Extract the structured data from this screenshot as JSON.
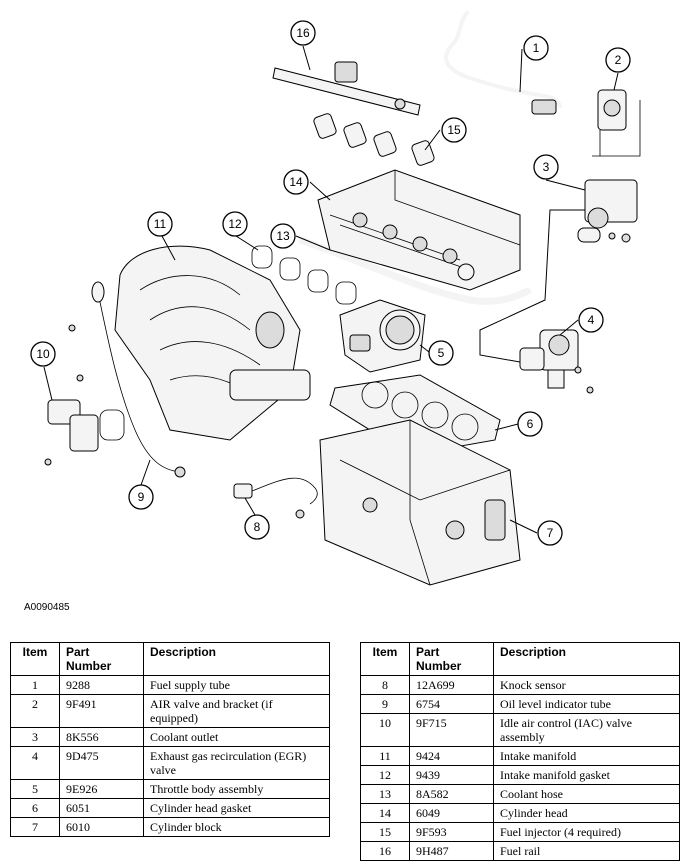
{
  "figure_id": "A0090485",
  "callouts": [
    "1",
    "2",
    "3",
    "4",
    "5",
    "6",
    "7",
    "8",
    "9",
    "10",
    "11",
    "12",
    "13",
    "14",
    "15",
    "16"
  ],
  "table_headers": {
    "item": "Item",
    "part_number": "Part Number",
    "description": "Description"
  },
  "table_left": [
    {
      "item": "1",
      "part_number": "9288",
      "description": "Fuel supply tube"
    },
    {
      "item": "2",
      "part_number": "9F491",
      "description": "AIR valve and bracket (if equipped)"
    },
    {
      "item": "3",
      "part_number": "8K556",
      "description": "Coolant outlet"
    },
    {
      "item": "4",
      "part_number": "9D475",
      "description": "Exhaust gas recirculation (EGR) valve"
    },
    {
      "item": "5",
      "part_number": "9E926",
      "description": "Throttle body assembly"
    },
    {
      "item": "6",
      "part_number": "6051",
      "description": "Cylinder head gasket"
    },
    {
      "item": "7",
      "part_number": "6010",
      "description": "Cylinder block"
    }
  ],
  "table_right": [
    {
      "item": "8",
      "part_number": "12A699",
      "description": "Knock sensor"
    },
    {
      "item": "9",
      "part_number": "6754",
      "description": "Oil level indicator tube"
    },
    {
      "item": "10",
      "part_number": "9F715",
      "description": "Idle air control (IAC) valve assembly"
    },
    {
      "item": "11",
      "part_number": "9424",
      "description": "Intake manifold"
    },
    {
      "item": "12",
      "part_number": "9439",
      "description": "Intake manifold gasket"
    },
    {
      "item": "13",
      "part_number": "8A582",
      "description": "Coolant hose"
    },
    {
      "item": "14",
      "part_number": "6049",
      "description": "Cylinder head"
    },
    {
      "item": "15",
      "part_number": "9F593",
      "description": "Fuel injector (4 required)"
    },
    {
      "item": "16",
      "part_number": "9H487",
      "description": "Fuel rail"
    }
  ]
}
